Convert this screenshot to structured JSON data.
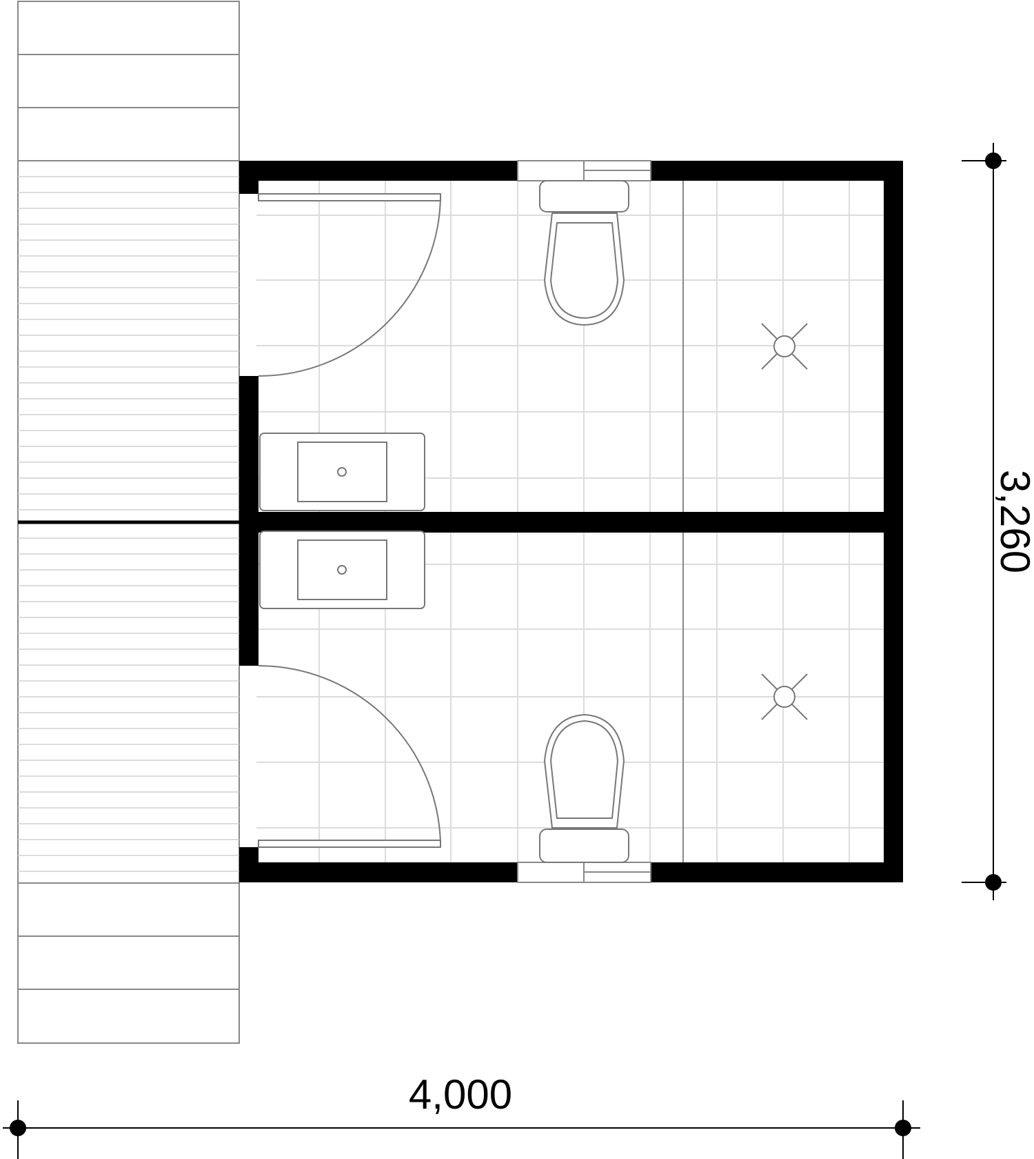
{
  "colors": {
    "wall": "#000000",
    "fixture_outline": "#777777",
    "tile_grid": "#dddddd",
    "deck": "#888888",
    "dimension": "#000000"
  },
  "dimensions": {
    "width_label": "4,000",
    "height_label": "3,260"
  },
  "rooms": [
    {
      "name": "upper-bathroom",
      "fixtures": [
        "door",
        "toilet",
        "sink",
        "shower-drain",
        "window"
      ]
    },
    {
      "name": "lower-bathroom",
      "fixtures": [
        "door",
        "toilet",
        "sink",
        "shower-drain",
        "window"
      ]
    }
  ]
}
